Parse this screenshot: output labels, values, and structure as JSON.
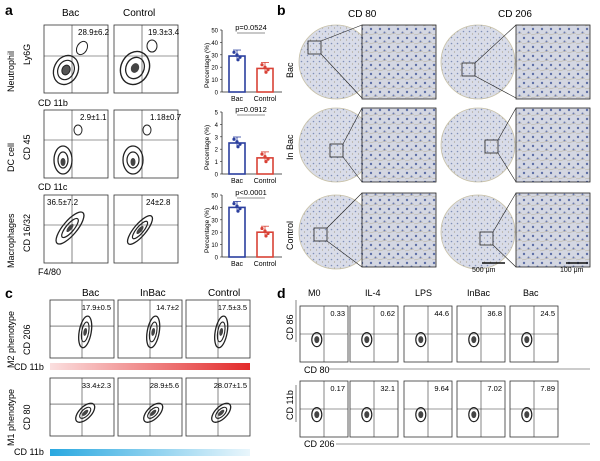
{
  "panels": {
    "a": {
      "label": "a",
      "col_headers": [
        "Bac",
        "Control"
      ],
      "rows": [
        {
          "row_label": "Neutrophil",
          "ylabel": "Ly6G",
          "xlabel": "CD 11b",
          "stat_bac": "28.9±6.2",
          "stat_ctrl": "19.3±3.4",
          "pvalue": "p=0.0524",
          "ylabel_bar": "Percentage (%)",
          "yticks": [
            "0",
            "10",
            "20",
            "30",
            "40",
            "50"
          ],
          "bar_values": [
            29,
            19
          ],
          "bar_ymax": 50
        },
        {
          "row_label": "DC cell",
          "ylabel": "CD 45",
          "xlabel": "CD 11c",
          "stat_bac": "2.9±1.1",
          "stat_ctrl": "1.18±0.7",
          "pvalue": "p=0.0912",
          "ylabel_bar": "Percentage (%)",
          "yticks": [
            "0",
            "1",
            "2",
            "3",
            "4",
            "5"
          ],
          "bar_values": [
            2.5,
            1.3
          ],
          "bar_ymax": 5
        },
        {
          "row_label": "Macrophages",
          "ylabel": "CD 16/32",
          "xlabel": "F4/80",
          "stat_bac": "36.5±7.2",
          "stat_ctrl": "24±2.8",
          "pvalue": "p<0.0001",
          "ylabel_bar": "Percentage (%)",
          "yticks": [
            "0",
            "10",
            "20",
            "30",
            "40",
            "50"
          ],
          "bar_values": [
            40,
            20
          ],
          "bar_ymax": 50
        }
      ],
      "bar_categories": [
        "Bac",
        "Control"
      ],
      "bar_colors": [
        "#2b3f9e",
        "#d94236"
      ]
    },
    "b": {
      "label": "b",
      "col_headers": [
        "CD 80",
        "CD 206"
      ],
      "row_labels": [
        "Bac",
        "In Bac",
        "Control"
      ],
      "scalebar_large": "500 μm",
      "scalebar_small": "100 μm"
    },
    "c": {
      "label": "c",
      "col_headers": [
        "Bac",
        "InBac",
        "Control"
      ],
      "rows": [
        {
          "row_label": "M2 phenotype",
          "ylabel": "CD 206",
          "xlabel": "CD 11b",
          "stats": [
            "17.9±0.5",
            "14.7±2",
            "17.5±3.5"
          ],
          "gradient_color": "#e32a2a"
        },
        {
          "row_label": "M1 phenotype",
          "ylabel": "CD 80",
          "xlabel": "CD 11b",
          "stats": [
            "33.4±2.3",
            "28.9±5.6",
            "28.07±1.5"
          ],
          "gradient_color": "#29a8e0"
        }
      ]
    },
    "d": {
      "label": "d",
      "col_headers": [
        "M0",
        "IL-4",
        "LPS",
        "InBac",
        "Bac"
      ],
      "rows": [
        {
          "ylabel": "CD 86",
          "xlabel": "CD 80",
          "stats": [
            "0.33",
            "0.62",
            "44.6",
            "36.8",
            "24.5"
          ]
        },
        {
          "ylabel": "CD 11b",
          "xlabel": "CD 206",
          "stats": [
            "0.17",
            "32.1",
            "9.64",
            "7.02",
            "7.89"
          ]
        }
      ]
    }
  }
}
